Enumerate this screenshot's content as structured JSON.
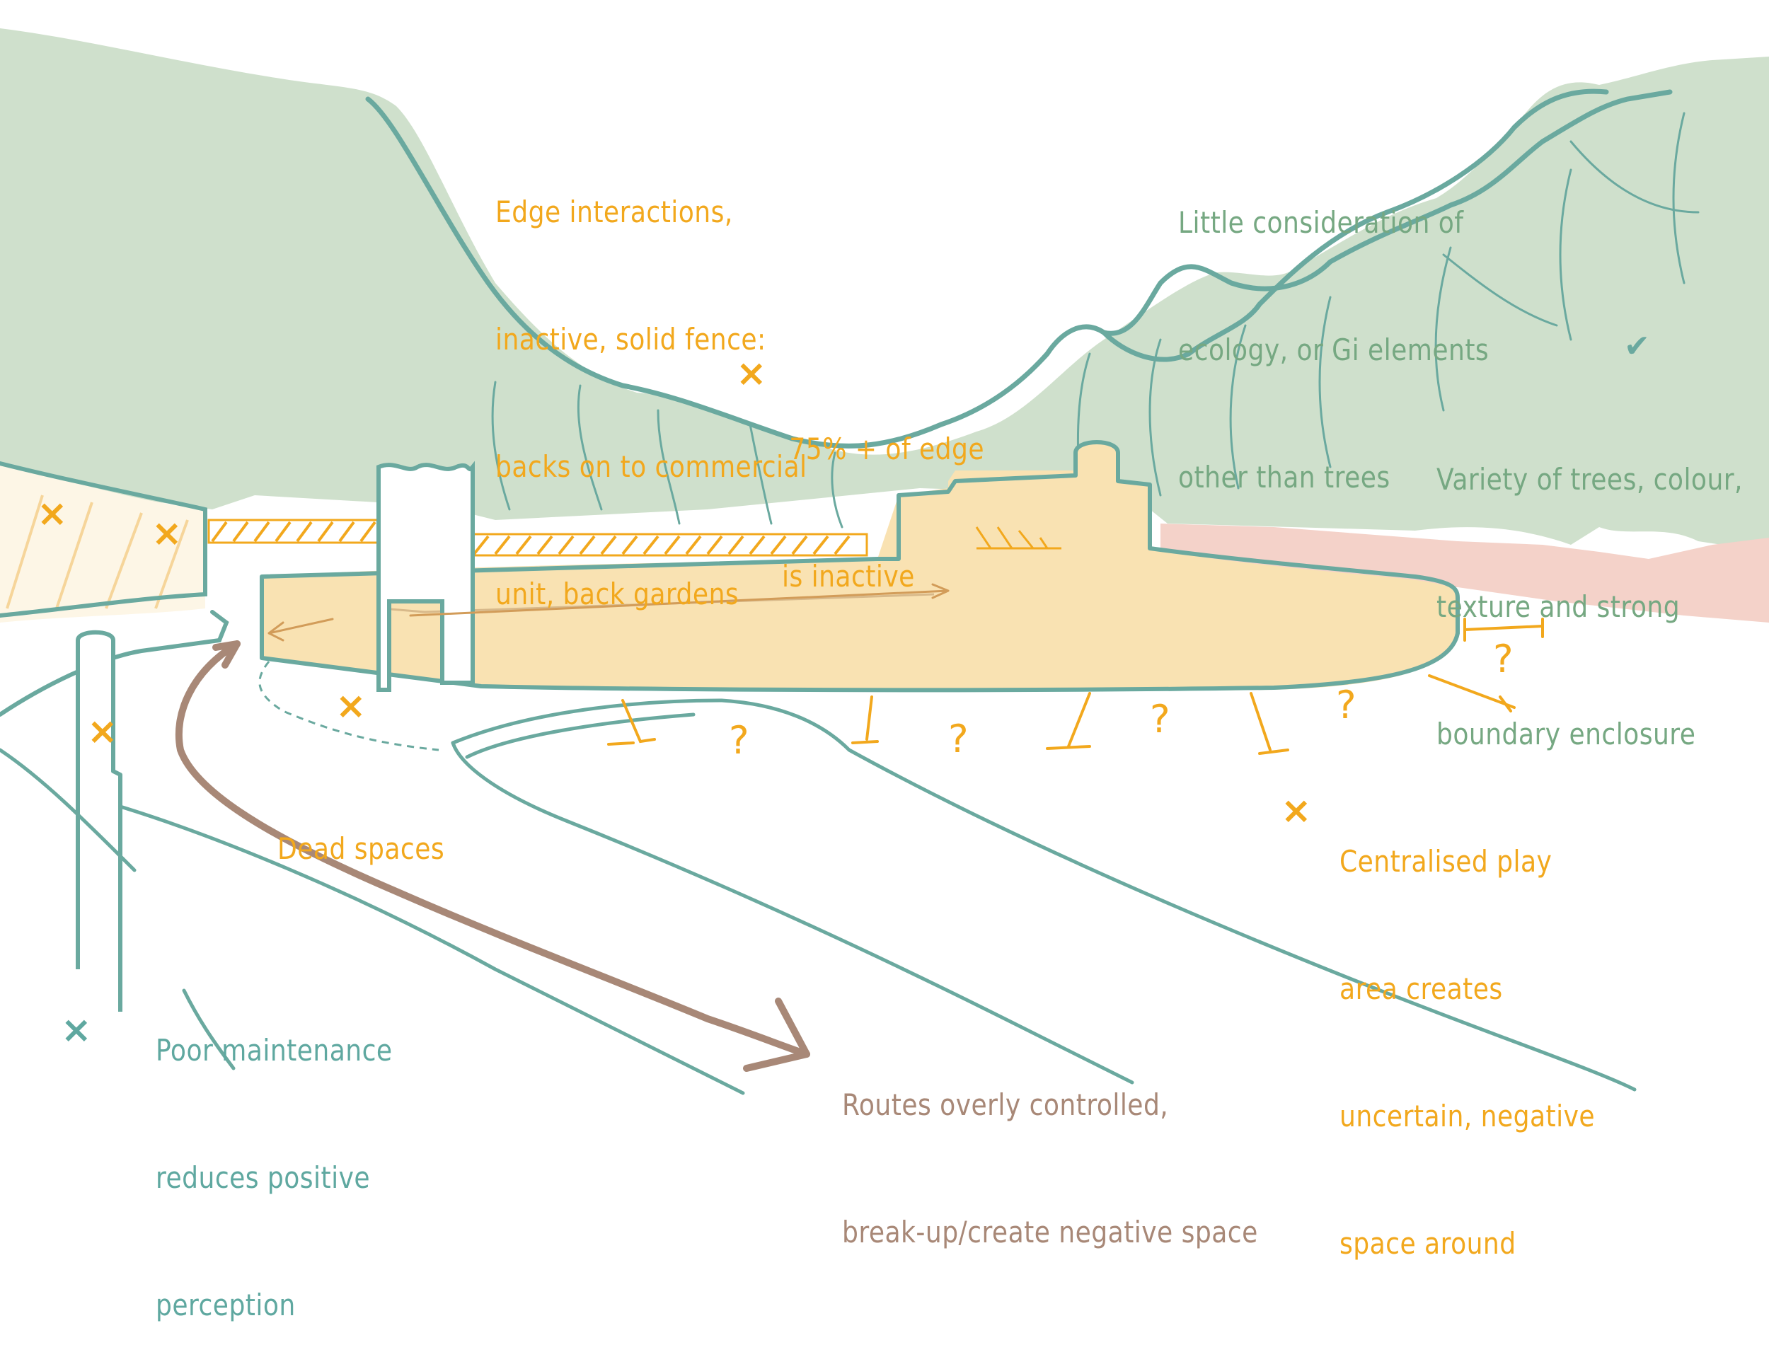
{
  "colors": {
    "vegetation": "#cfe0cc",
    "vegetation_line": "#6aa99f",
    "play_area": "#f9e2b2",
    "annotation_orange": "#f2a81d",
    "annotation_teal": "#5fa8a0",
    "annotation_green": "#76a882",
    "annotation_brown": "#a88877",
    "boundary_pink": "#f4d2c9"
  },
  "annotations": {
    "edge": [
      "Edge interactions,",
      "inactive, solid fence:",
      "backs on to commercial",
      "unit, back gardens"
    ],
    "percent": [
      "75% + of edge",
      "is inactive"
    ],
    "ecology": [
      "Little consideration of",
      "ecology, or Gi elements",
      "other than trees"
    ],
    "trees": [
      "Variety of trees, colour,",
      "texture and strong",
      "boundary enclosure"
    ],
    "dead": [
      "Dead spaces"
    ],
    "central": [
      "Centralised play",
      "area creates",
      "uncertain, negative",
      "space around"
    ],
    "maintenance": [
      "Poor maintenance",
      "reduces positive",
      "perception"
    ],
    "routes": [
      "Routes overly controlled,",
      "break-up/create negative space"
    ]
  },
  "marks": {
    "cross": "×",
    "check": "✔",
    "question": "?"
  }
}
